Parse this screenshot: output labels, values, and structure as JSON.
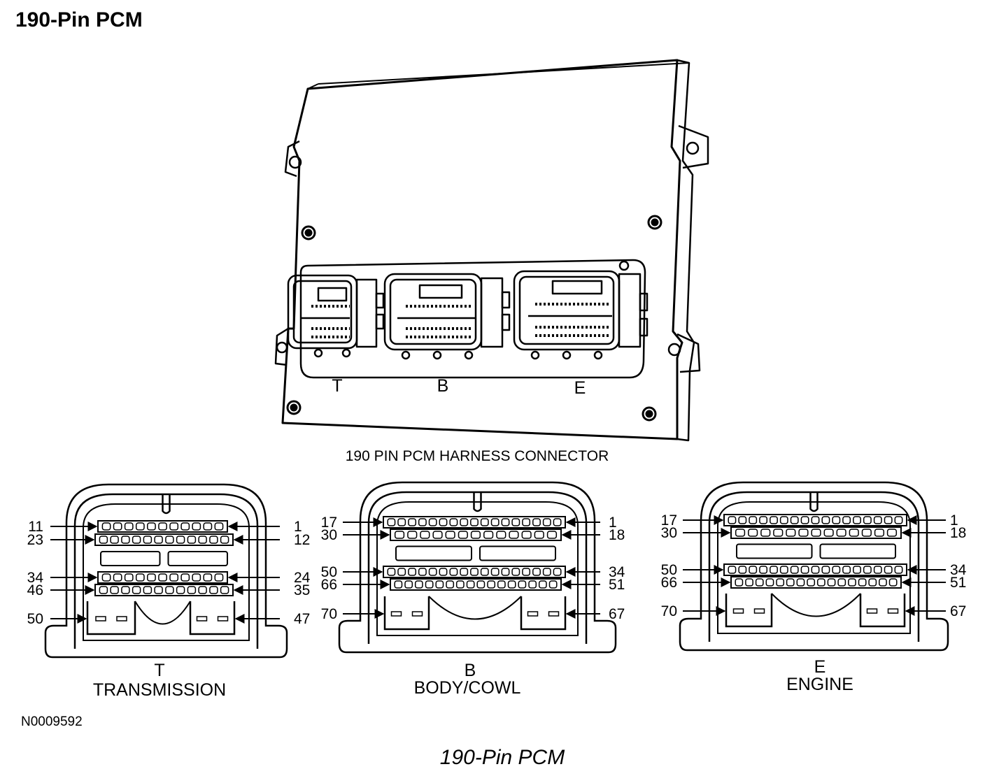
{
  "page_title": "190-Pin PCM",
  "module": {
    "connector_letters": [
      "T",
      "B",
      "E"
    ]
  },
  "harness_caption": "190 PIN PCM HARNESS CONNECTOR",
  "connectors": [
    {
      "id": "T",
      "letter": "T",
      "name": "TRANSMISSION",
      "rows": [
        {
          "left": "11",
          "right": "1",
          "pins": 11
        },
        {
          "left": "23",
          "right": "12",
          "pins": 12
        },
        {
          "left": "34",
          "right": "24",
          "pins": 11
        },
        {
          "left": "46",
          "right": "35",
          "pins": 12
        }
      ],
      "slots": {
        "left": "50",
        "right": "47"
      }
    },
    {
      "id": "B",
      "letter": "B",
      "name": "BODY/COWL",
      "rows": [
        {
          "left": "17",
          "right": "1",
          "pins": 17
        },
        {
          "left": "30",
          "right": "18",
          "pins": 13
        },
        {
          "left": "50",
          "right": "34",
          "pins": 17
        },
        {
          "left": "66",
          "right": "51",
          "pins": 16
        }
      ],
      "slots": {
        "left": "70",
        "right": "67"
      }
    },
    {
      "id": "E",
      "letter": "E",
      "name": "ENGINE",
      "rows": [
        {
          "left": "17",
          "right": "1",
          "pins": 17
        },
        {
          "left": "30",
          "right": "18",
          "pins": 13
        },
        {
          "left": "50",
          "right": "34",
          "pins": 17
        },
        {
          "left": "66",
          "right": "51",
          "pins": 16
        }
      ],
      "slots": {
        "left": "70",
        "right": "67"
      }
    }
  ],
  "reference_id": "N0009592",
  "footer_title": "190-Pin PCM"
}
